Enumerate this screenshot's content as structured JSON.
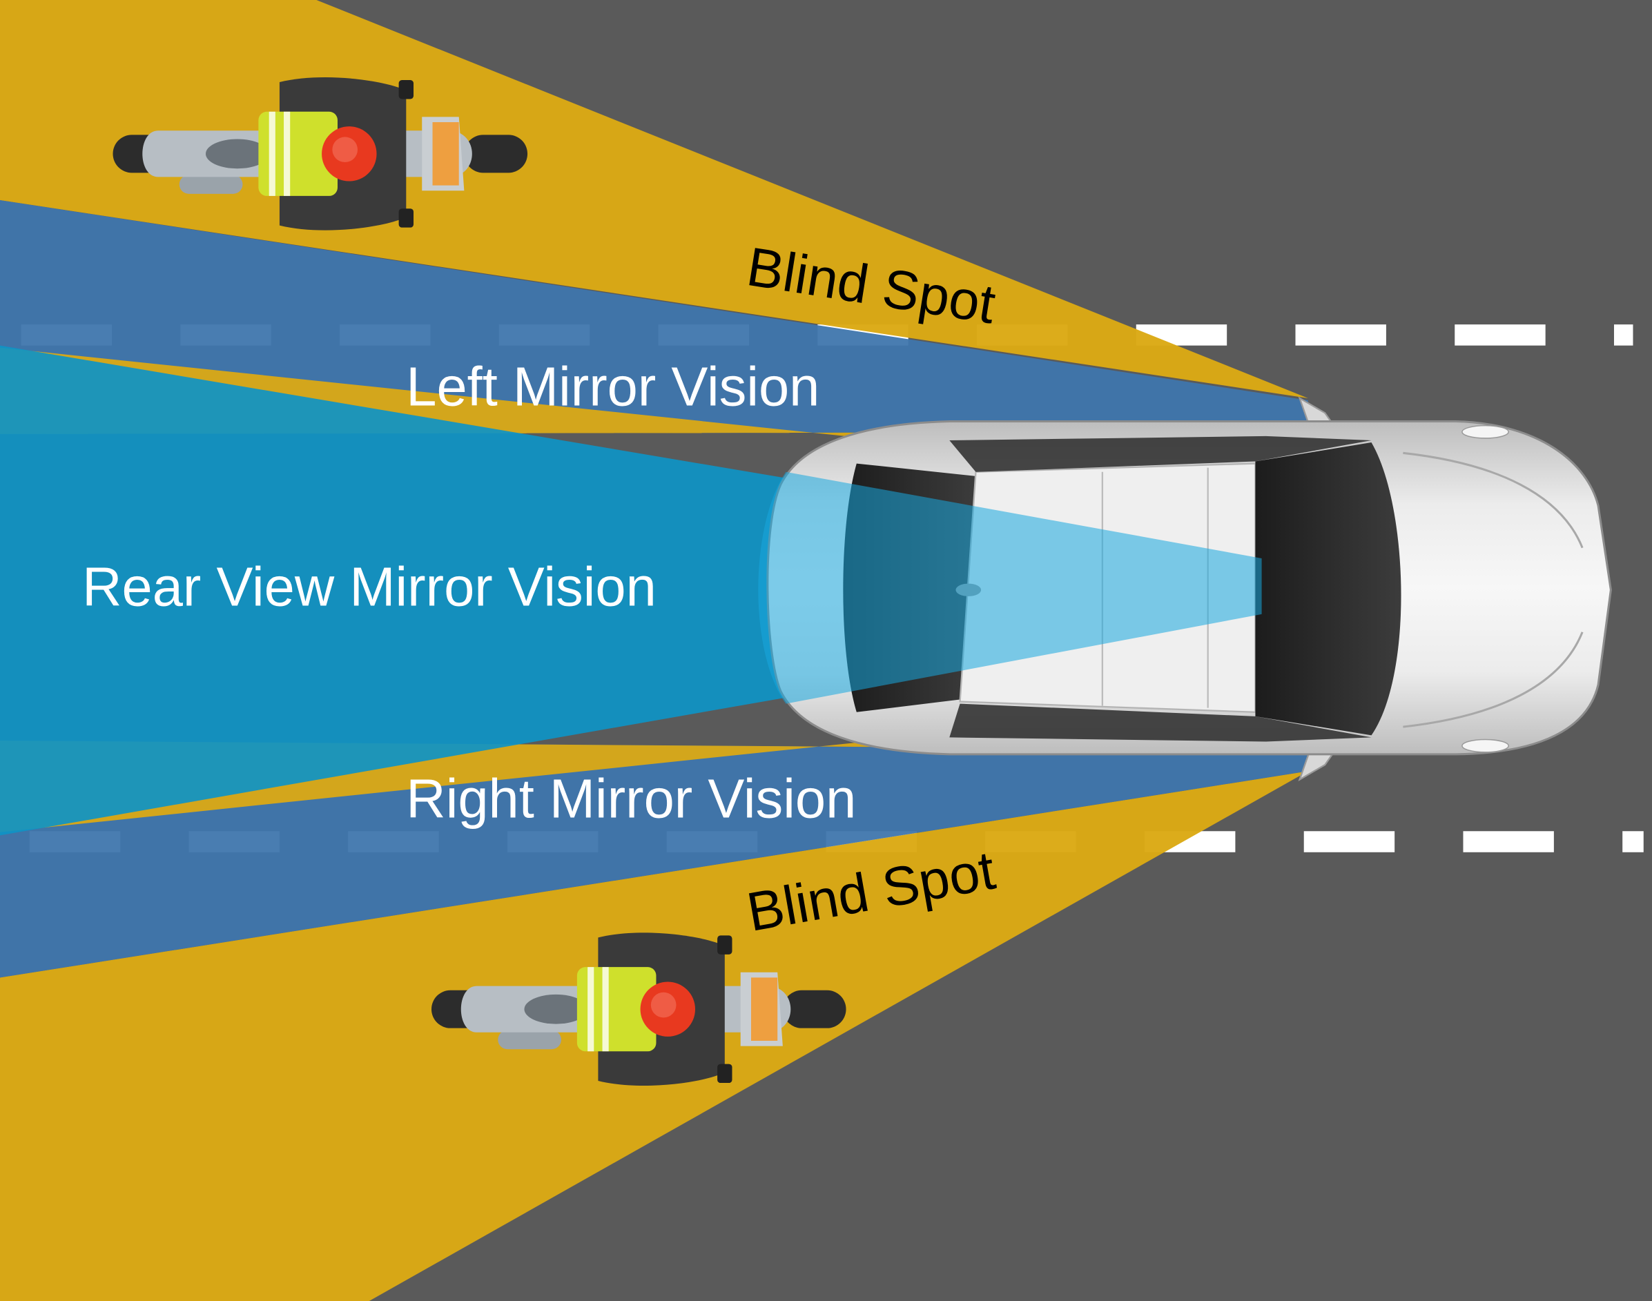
{
  "labels": {
    "blind_spot_top": "Blind Spot",
    "left_mirror": "Left Mirror Vision",
    "rear_view": "Rear View Mirror Vision",
    "right_mirror": "Right Mirror Vision",
    "blind_spot_bottom": "Blind Spot"
  },
  "colors": {
    "road": "#5a5a5a",
    "blind_spot": "#dba914",
    "side_mirror_vision": "#3f76ad",
    "rear_view_vision": "#138fb9",
    "lane_marking": "#ffffff",
    "car_body": "#dcdcdc",
    "rider_helmet": "#e8391f",
    "rider_vest": "#cfe02c"
  },
  "icons": [
    "motorcycle-top-view",
    "car-top-view"
  ]
}
